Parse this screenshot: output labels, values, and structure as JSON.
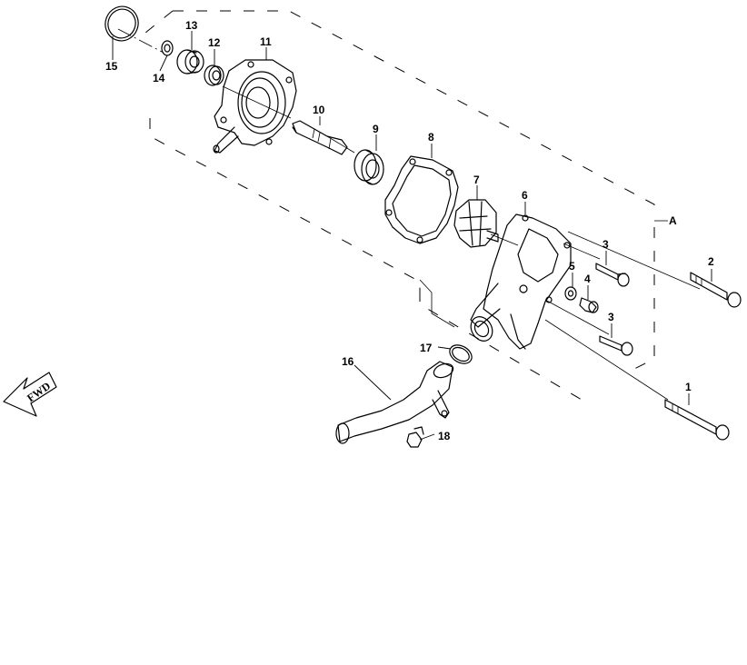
{
  "diagram": {
    "view_marker": "A",
    "direction_label": "FWD",
    "callouts": [
      {
        "id": "c1",
        "text": "1"
      },
      {
        "id": "c2",
        "text": "2"
      },
      {
        "id": "c3a",
        "text": "3"
      },
      {
        "id": "c3b",
        "text": "3"
      },
      {
        "id": "c4",
        "text": "4"
      },
      {
        "id": "c5",
        "text": "5"
      },
      {
        "id": "c6",
        "text": "6"
      },
      {
        "id": "c7",
        "text": "7"
      },
      {
        "id": "c8",
        "text": "8"
      },
      {
        "id": "c9",
        "text": "9"
      },
      {
        "id": "c10",
        "text": "10"
      },
      {
        "id": "c11",
        "text": "11"
      },
      {
        "id": "c12",
        "text": "12"
      },
      {
        "id": "c13",
        "text": "13"
      },
      {
        "id": "c14",
        "text": "14"
      },
      {
        "id": "c15",
        "text": "15"
      },
      {
        "id": "c16",
        "text": "16"
      },
      {
        "id": "c17",
        "text": "17"
      },
      {
        "id": "c18",
        "text": "18"
      }
    ]
  }
}
